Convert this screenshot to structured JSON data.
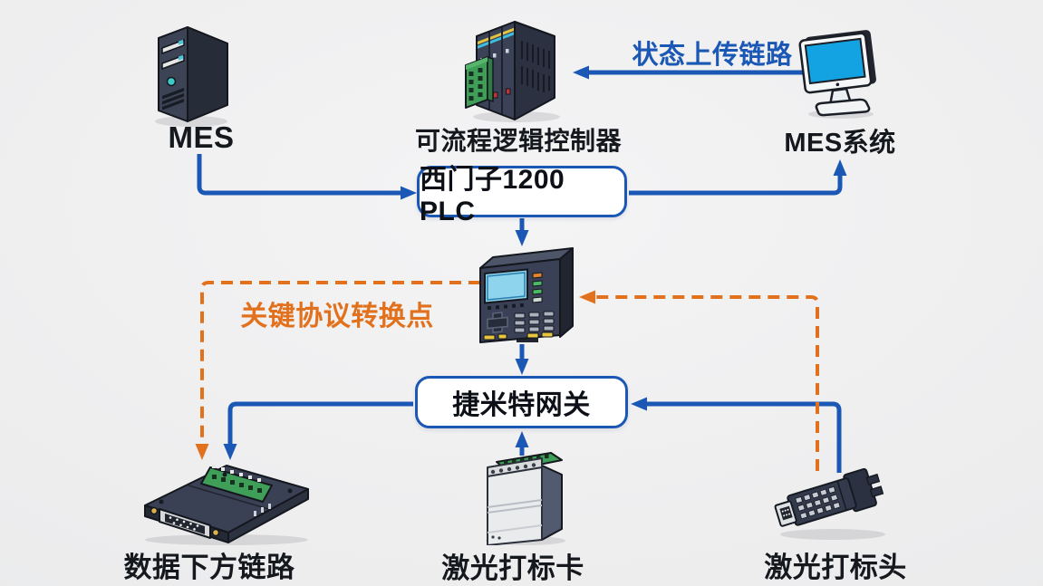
{
  "colors": {
    "background": "#EDEDEF",
    "line_blue": "#1B57B5",
    "accent_orange": "#E2711D",
    "label_text": "#15181D",
    "box_fill": "#FFFFFF"
  },
  "nodes": {
    "mes_server": {
      "label": "MES",
      "icon": "server-tower"
    },
    "plc_module": {
      "label": "可流程逻辑控制器",
      "icon": "plc-rack"
    },
    "mes_system": {
      "label": "MES系统",
      "icon": "desktop-monitor"
    },
    "siemens_plc_box": {
      "label": "西门子1200 PLC",
      "icon": "process-box"
    },
    "converter_device": {
      "label": "",
      "icon": "hmi-protocol-converter"
    },
    "jmt_gateway_box": {
      "label": "捷米特网关",
      "icon": "process-box"
    },
    "data_downlink": {
      "label": "数据下方链路",
      "icon": "serial-adapter"
    },
    "laser_marking_card": {
      "label": "激光打标卡",
      "icon": "io-terminal-card"
    },
    "laser_marking_head": {
      "label": "激光打标头",
      "icon": "connector-head"
    }
  },
  "annotations": {
    "status_uplink": {
      "label": "状态上传链路",
      "color": "#1B57B5"
    },
    "protocol_conversion": {
      "label": "关键协议转换点",
      "color": "#E2711D"
    }
  },
  "edges": [
    {
      "from": "mes_server",
      "to": "siemens_plc_box",
      "style": "solid",
      "color": "blue"
    },
    {
      "from": "siemens_plc_box",
      "to": "mes_system",
      "style": "solid",
      "color": "blue"
    },
    {
      "from": "mes_system",
      "to": "plc_module",
      "style": "solid",
      "color": "blue",
      "label": "状态上传链路"
    },
    {
      "from": "siemens_plc_box",
      "to": "converter_device",
      "style": "solid",
      "color": "blue"
    },
    {
      "from": "converter_device",
      "to": "jmt_gateway_box",
      "style": "solid",
      "color": "blue"
    },
    {
      "from": "jmt_gateway_box",
      "to": "data_downlink",
      "style": "solid",
      "color": "blue"
    },
    {
      "from": "laser_marking_card",
      "to": "jmt_gateway_box",
      "style": "solid",
      "color": "blue"
    },
    {
      "from": "laser_marking_head",
      "to": "jmt_gateway_box",
      "style": "solid",
      "color": "blue"
    },
    {
      "from": "converter_device",
      "to": "data_downlink",
      "style": "dashed",
      "color": "orange"
    },
    {
      "from": "laser_marking_head",
      "to": "converter_device",
      "style": "dashed",
      "color": "orange"
    }
  ]
}
